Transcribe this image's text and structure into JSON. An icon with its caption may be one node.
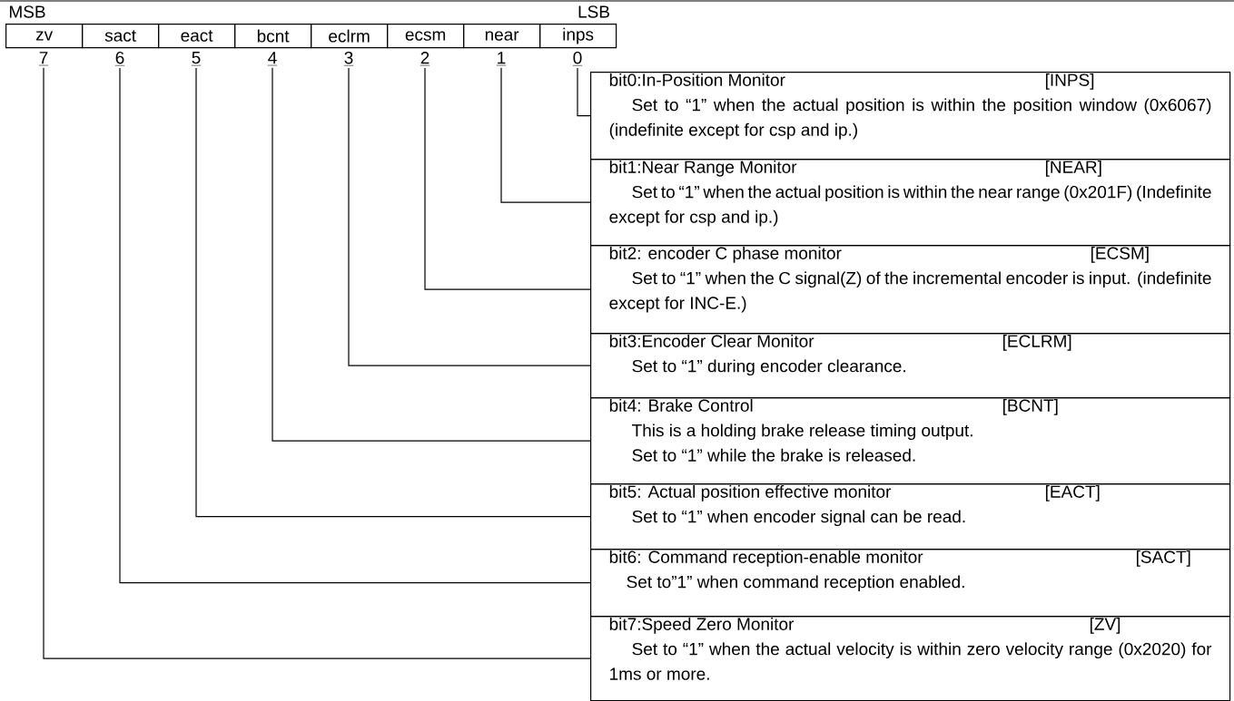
{
  "diagram": {
    "nodes": [
      {
        "text": [
          "zv"
        ]
      },
      {
        "text": [
          "sact"
        ]
      },
      {
        "text": [
          "eact"
        ]
      },
      {
        "text": [
          "bcnt"
        ]
      },
      {
        "text": [
          "eclrm"
        ]
      },
      {
        "text": [
          "ecsm"
        ]
      },
      {
        "text": [
          "near"
        ]
      },
      {
        "text": [
          "inps"
        ]
      },
      {
        "text": [
          "7"
        ]
      },
      {
        "text": [
          "6"
        ]
      },
      {
        "text": [
          "5"
        ]
      },
      {
        "text": [
          "4"
        ]
      },
      {
        "text": [
          "3"
        ]
      },
      {
        "text": [
          "2"
        ]
      },
      {
        "text": [
          "1"
        ]
      },
      {
        "text": [
          "0"
        ]
      },
      {
        "text": [
          "bit0:In-Position Monitor",
          "[INPS]",
          "Set to “1” when the actual position is within the position window (0x6067) (indefinite except for csp and ip.)"
        ]
      },
      {
        "text": [
          "bit1:Near Range Monitor",
          "[NEAR]",
          "Set to “1” when the actual position is within the near range (0x201F) (Indefinite except for csp and ip.)"
        ]
      },
      {
        "text": [
          "bit2: encoder C phase monitor",
          "[ECSM]",
          "Set to “1” when the C signal(Z) of the incremental encoder is input. (indefinite except for INC-E.)"
        ]
      },
      {
        "text": [
          "bit3:Encoder Clear Monitor",
          "[ECLRM]",
          "Set to “1” during encoder clearance."
        ]
      },
      {
        "text": [
          "bit4: Brake Control",
          "[BCNT]",
          "This is a holding brake release timing output.",
          "Set to “1” while the brake is released."
        ]
      },
      {
        "text": [
          "bit5: Actual position effective monitor",
          "[EACT]",
          "Set to “1” when encoder signal can be read."
        ]
      },
      {
        "text": [
          "bit6: Command reception-enable monitor",
          "[SACT]",
          "Set to”1” when command reception enabled."
        ]
      },
      {
        "text": [
          "bit7:Speed Zero Monitor",
          "[ZV]",
          "Set to “1” when the actual velocity is within zero velocity range (0x2020) for 1ms or more."
        ]
      }
    ],
    "edges": [
      {
        "from": 15,
        "to": 16,
        "arrow": "none"
      },
      {
        "from": 14,
        "to": 17,
        "arrow": "none"
      },
      {
        "from": 13,
        "to": 18,
        "arrow": "none"
      },
      {
        "from": 12,
        "to": 19,
        "arrow": "none"
      },
      {
        "from": 11,
        "to": 20,
        "arrow": "none"
      },
      {
        "from": 10,
        "to": 21,
        "arrow": "none"
      },
      {
        "from": 9,
        "to": 22,
        "arrow": "none"
      },
      {
        "from": 8,
        "to": 23,
        "arrow": "none"
      }
    ],
    "labels": [
      "MSB",
      "LSB"
    ]
  }
}
